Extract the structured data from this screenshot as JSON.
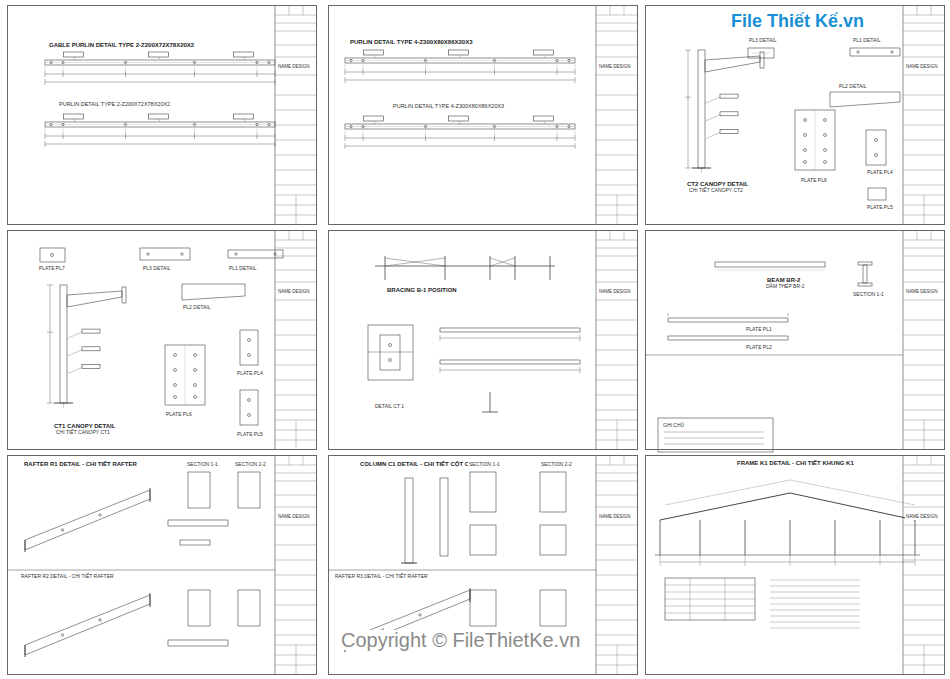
{
  "diagram": {
    "nodes": [
      {
        "text": [
          "GABLE PURLIN DETAIL TYPE 2-Z200X72X78X20X2"
        ]
      },
      {
        "text": [
          "PURLIN DETAIL TYPE 4-Z300X80X86X20X3"
        ]
      },
      {
        "text": [
          "CT2 CANOPY DETAIL"
        ]
      },
      {
        "text": [
          "CT1 CANOPY DETAIL"
        ]
      },
      {
        "text": [
          "BRACING B-1 POSITION"
        ]
      },
      {
        "text": [
          "BEAM BR-2"
        ]
      },
      {
        "text": [
          "RAFTER R1 DETAIL - CHI TIẾT RAFTER"
        ]
      },
      {
        "text": [
          "COLUMN C1 DETAIL - CHI TIẾT CỘT C1"
        ]
      },
      {
        "text": [
          "FRAME K1 DETAIL - CHI TIẾT KHUNG K1"
        ]
      }
    ],
    "labels": [
      "PURLIN DETAIL TYPE 2-Z200X72X78X20X2",
      "PURLIN DETAIL TYPE 4-Z300X80X86X20X3",
      "CHI TIẾT CANOPY CT2",
      "PL3 DETAIL",
      "PL1 DETAIL",
      "PL2 DETAIL",
      "PLATE PL6",
      "PLATE PL4",
      "PLATE PL5",
      "CHI TIẾT CANOPY CT1",
      "PLATE PL7",
      "PL3 DETAIL",
      "PL1 DETAIL",
      "PL2 DETAIL",
      "PLATE PL6",
      "PLATE PL4",
      "PLATE PL5",
      "DETAIL CT 1",
      "DẦM THÉP BR-2",
      "PLATE PL1",
      "PLATE PL2",
      "SECTION 1-1",
      "GHI CHÚ",
      "RAFTER R2 DETAIL - CHI TIẾT RAFTER",
      "SECTION 1-1",
      "SECTION 2-2",
      "RAFTER R3 DETAIL - CHI TIẾT RAFTER",
      "SECTION 1-1",
      "SECTION 2-2",
      "NAME DESIGN",
      "NAME DESIGN",
      "NAME DESIGN",
      "NAME DESIGN",
      "NAME DESIGN",
      "NAME DESIGN",
      "NAME DESIGN",
      "NAME DESIGN",
      "NAME DESIGN",
      "File Thiết Kế.vn",
      "Copyright © FileThietKe.vn"
    ]
  }
}
